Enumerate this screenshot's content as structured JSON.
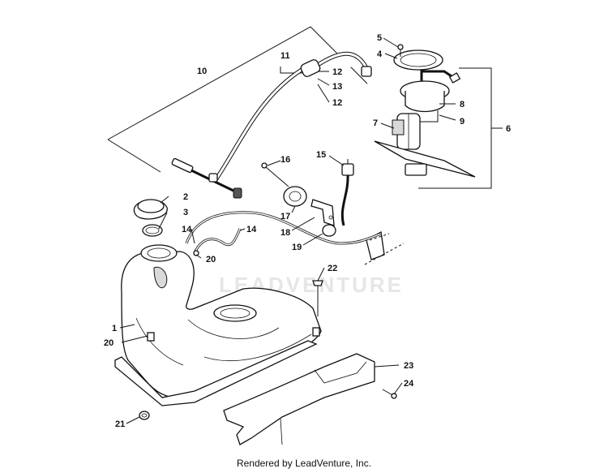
{
  "footer_text": "Rendered by LeadVenture, Inc.",
  "watermark_text": "LEADVENTURE",
  "callouts": [
    "1",
    "2",
    "3",
    "4",
    "5",
    "6",
    "7",
    "8",
    "9",
    "10",
    "11",
    "12",
    "12",
    "13",
    "14",
    "14",
    "15",
    "16",
    "17",
    "18",
    "19",
    "20",
    "20",
    "21",
    "22",
    "23",
    "24"
  ]
}
